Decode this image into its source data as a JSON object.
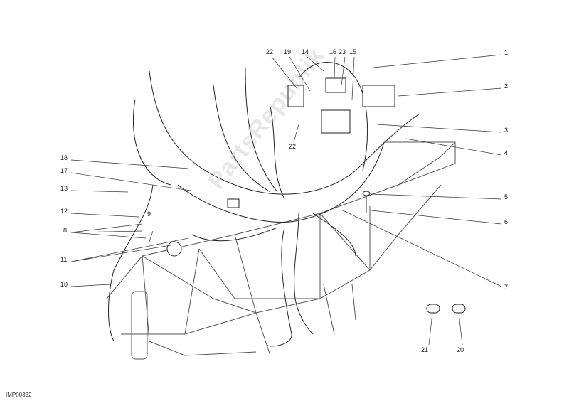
{
  "diagram_code": "IMP00332",
  "watermark": "PartsRepublik",
  "callouts": [
    "1",
    "2",
    "3",
    "4",
    "5",
    "6",
    "7",
    "22",
    "19",
    "14",
    "16",
    "23",
    "15",
    "22",
    "18",
    "17",
    "13",
    "12",
    "8",
    "9",
    "11",
    "10",
    "21",
    "20"
  ],
  "colors": {
    "line": "#333333",
    "background": "#ffffff"
  }
}
